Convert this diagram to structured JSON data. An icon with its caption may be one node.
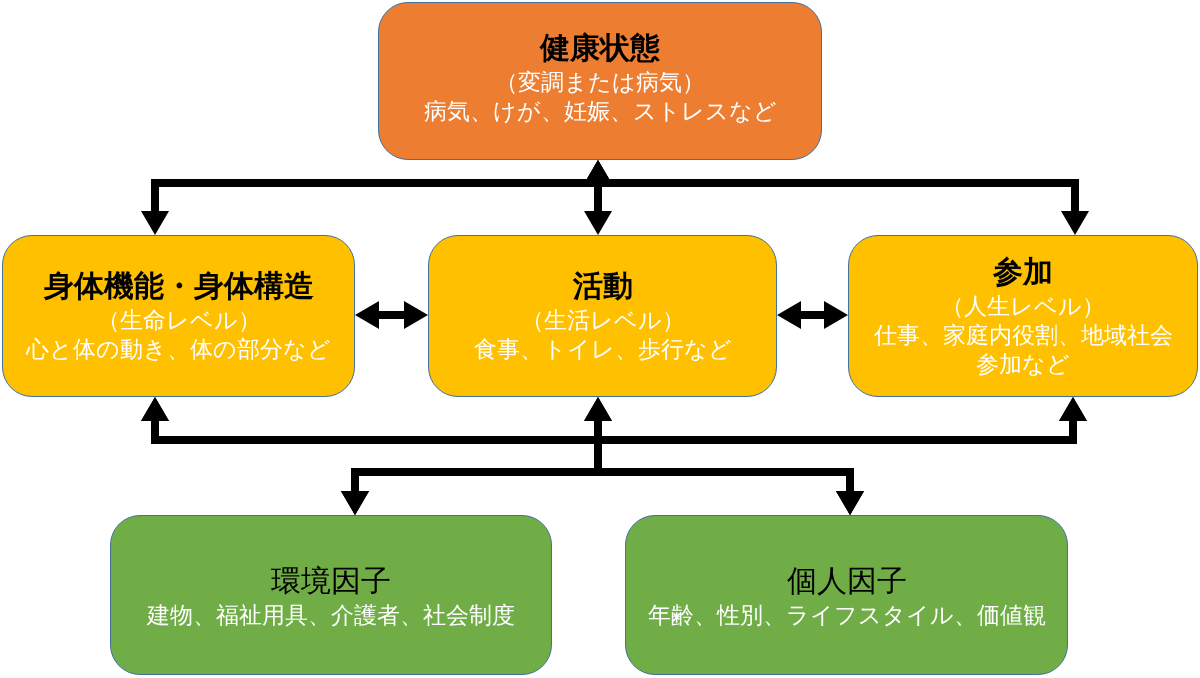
{
  "diagram": {
    "nodes": [
      {
        "text": [
          "健康状態",
          "（変調または病気）",
          "病気、けが、妊娠、ストレスなど"
        ]
      },
      {
        "text": [
          "身体機能・身体構造",
          "（生命レベル）",
          "心と体の動き、体の部分など"
        ]
      },
      {
        "text": [
          "活動",
          "（生活レベル）",
          "食事、トイレ、歩行など"
        ]
      },
      {
        "text": [
          "参加",
          "（人生レベル）",
          "仕事、家庭内役割、地域社会参加など"
        ]
      },
      {
        "text": [
          "環境因子",
          "建物、福祉用具、介護者、社会制度"
        ]
      },
      {
        "text": [
          "個人因子",
          "年齢、性別、ライフスタイル、価値観"
        ]
      }
    ],
    "edges": [
      {
        "from": 0,
        "to": 1,
        "arrow": "both"
      },
      {
        "from": 0,
        "to": 2,
        "arrow": "both"
      },
      {
        "from": 0,
        "to": 3,
        "arrow": "both"
      },
      {
        "from": 1,
        "to": 2,
        "arrow": "both"
      },
      {
        "from": 2,
        "to": 3,
        "arrow": "both"
      },
      {
        "from": 4,
        "to": 1,
        "arrow": "both"
      },
      {
        "from": 4,
        "to": 2,
        "arrow": "both"
      },
      {
        "from": 4,
        "to": 3,
        "arrow": "both"
      },
      {
        "from": 5,
        "to": 1,
        "arrow": "both"
      },
      {
        "from": 5,
        "to": 2,
        "arrow": "both"
      },
      {
        "from": 5,
        "to": 3,
        "arrow": "both"
      }
    ]
  }
}
